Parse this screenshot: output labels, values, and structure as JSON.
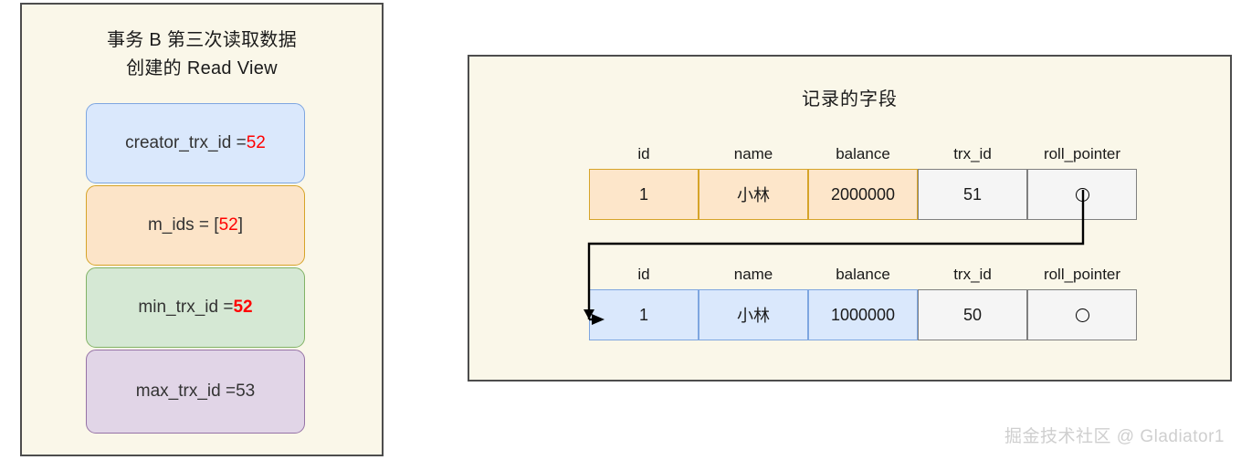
{
  "left_panel": {
    "title": "事务 B 第三次读取数据\n创建的 Read View",
    "fields": [
      {
        "name": "creator_trx_id",
        "label_prefix": "creator_trx_id = ",
        "value": "52",
        "value_style": "red",
        "color": "#dae8fc",
        "border": "#7ea6e0"
      },
      {
        "name": "m_ids",
        "label_prefix": "m_ids = [",
        "value": "52",
        "label_suffix": "]",
        "value_style": "red",
        "color": "#fce4c8",
        "border": "#d6a429"
      },
      {
        "name": "min_trx_id",
        "label_prefix": "min_trx_id = ",
        "value": "52",
        "value_style": "red-bold",
        "color": "#d5e8d4",
        "border": "#82b366"
      },
      {
        "name": "max_trx_id",
        "label_prefix": "max_trx_id = ",
        "value": "53",
        "value_style": "plain",
        "color": "#e1d5e7",
        "border": "#9673a6"
      }
    ]
  },
  "right_panel": {
    "title": "记录的字段",
    "columns": [
      "id",
      "name",
      "balance",
      "trx_id",
      "roll_pointer"
    ],
    "rows": [
      {
        "name": "record-current",
        "id": "1",
        "person_name": "小林",
        "balance": "2000000",
        "trx_id": "51",
        "roll_pointer": "pointer-circle",
        "fill": "#fde6ca",
        "border": "#d6a429"
      },
      {
        "name": "record-undo",
        "id": "1",
        "person_name": "小林",
        "balance": "1000000",
        "trx_id": "50",
        "roll_pointer": "pointer-circle",
        "fill": "#dae8fc",
        "border": "#7ea6e0"
      }
    ]
  },
  "watermark": "掘金技术社区 @ Gladiator1",
  "colors": {
    "canvas": "#ffffff",
    "panel_bg": "#faf7e9",
    "panel_border": "#4d4d4d",
    "highlight_red": "#ff0000",
    "text": "#1a1a1a",
    "watermark": "#cfcfcf"
  }
}
